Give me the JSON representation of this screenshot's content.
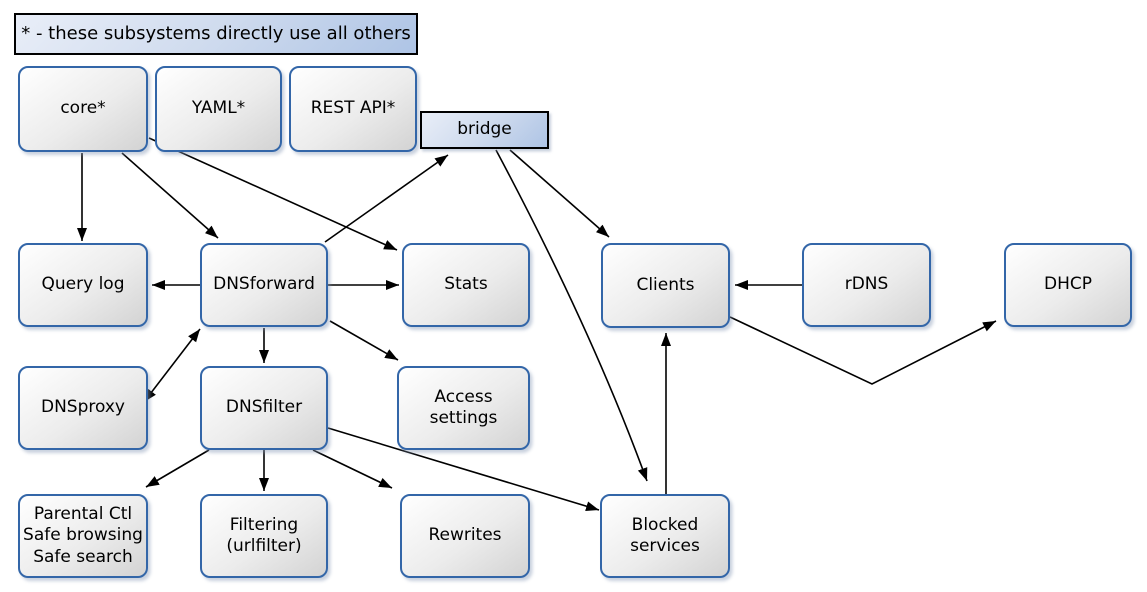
{
  "diagram": {
    "note": "* - these subsystems directly use all others",
    "nodes": {
      "core": {
        "label": "core*"
      },
      "yaml": {
        "label": "YAML*"
      },
      "restapi": {
        "label": "REST API*"
      },
      "bridge": {
        "label": "bridge"
      },
      "querylog": {
        "label": "Query log"
      },
      "dnsforward": {
        "label": "DNSforward"
      },
      "stats": {
        "label": "Stats"
      },
      "clients": {
        "label": "Clients"
      },
      "rdns": {
        "label": "rDNS"
      },
      "dhcp": {
        "label": "DHCP"
      },
      "dnsproxy": {
        "label": "DNSproxy"
      },
      "dnsfilter": {
        "label": "DNSfilter"
      },
      "access": {
        "label": "Access\nsettings"
      },
      "parental": {
        "label": "Parental Ctl\nSafe browsing\nSafe search"
      },
      "filtering": {
        "label": "Filtering\n(urlfilter)"
      },
      "rewrites": {
        "label": "Rewrites"
      },
      "blocked": {
        "label": "Blocked\nservices"
      }
    },
    "edges": [
      {
        "from": "core",
        "to": "querylog"
      },
      {
        "from": "core",
        "to": "dnsforward"
      },
      {
        "from": "core",
        "to": "stats"
      },
      {
        "from": "dnsforward",
        "to": "bridge"
      },
      {
        "from": "dnsforward",
        "to": "querylog"
      },
      {
        "from": "dnsforward",
        "to": "stats"
      },
      {
        "from": "dnsforward",
        "to": "dnsproxy",
        "bidirectional": true
      },
      {
        "from": "dnsforward",
        "to": "dnsfilter"
      },
      {
        "from": "dnsforward",
        "to": "access"
      },
      {
        "from": "dnsfilter",
        "to": "parental"
      },
      {
        "from": "dnsfilter",
        "to": "filtering"
      },
      {
        "from": "dnsfilter",
        "to": "rewrites"
      },
      {
        "from": "dnsfilter",
        "to": "blocked"
      },
      {
        "from": "bridge",
        "to": "clients"
      },
      {
        "from": "bridge",
        "to": "blocked"
      },
      {
        "from": "blocked",
        "to": "clients"
      },
      {
        "from": "rdns",
        "to": "clients"
      },
      {
        "from": "clients",
        "to": "dhcp"
      }
    ],
    "colors": {
      "node_border": "#3366a8",
      "node_fill_light": "#ffffff",
      "node_fill_dark": "#d3d3d3",
      "banner_fill_light": "#e9eef8",
      "banner_fill_dark": "#aec4e5",
      "edge": "#000000"
    }
  }
}
